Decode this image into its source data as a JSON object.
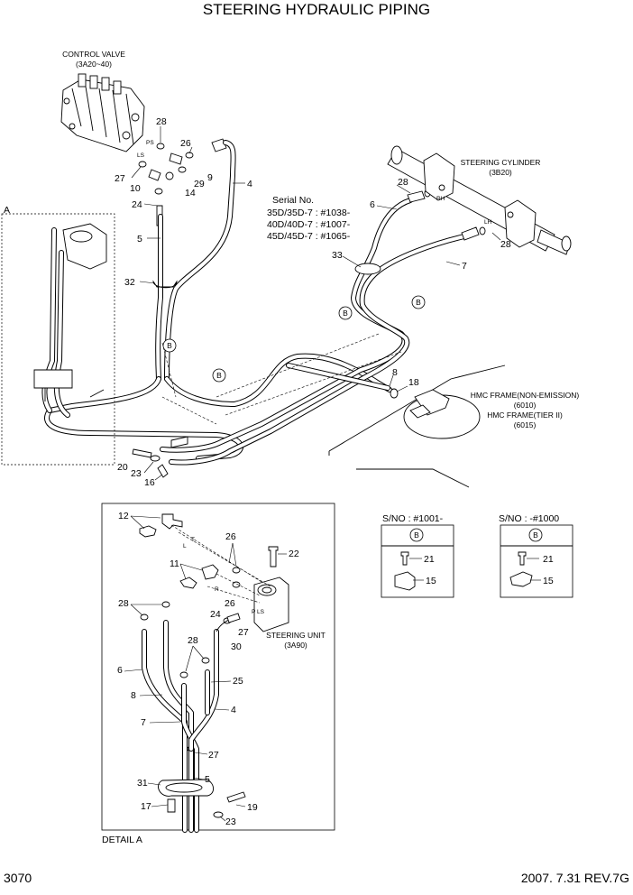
{
  "title": "STEERING HYDRAULIC PIPING",
  "page_number": "3070",
  "revision": "2007. 7.31 REV.7G",
  "components": {
    "control_valve": {
      "name": "CONTROL VALVE",
      "ref": "(3A20~40)"
    },
    "steering_cylinder": {
      "name": "STEERING CYLINDER",
      "ref": "(3B20)"
    },
    "steering_unit": {
      "name": "STEERING UNIT",
      "ref": "(3A90)"
    },
    "hmc_frame_1": {
      "name": "HMC FRAME(NON-EMISSION)",
      "ref": "(6010)"
    },
    "hmc_frame_2": {
      "name": "HMC FRAME(TIER II)",
      "ref": "(6015)"
    }
  },
  "serial": {
    "heading": "Serial No.",
    "lines": [
      "35D/35D-7 : #1038-",
      "40D/40D-7 : #1007-",
      "45D/45D-7 : #1065-"
    ]
  },
  "sno_boxes": [
    {
      "title": "S/NO : #1001-",
      "view": "B",
      "parts": [
        "21",
        "15"
      ]
    },
    {
      "title": "S/NO : -#1000",
      "view": "B",
      "parts": [
        "21",
        "15"
      ]
    }
  ],
  "detail_labels": {
    "a_marker": "A",
    "detail_a": "DETAIL A",
    "view_b": "B"
  },
  "port_labels": {
    "ps": "PS",
    "ls": "LS",
    "rh": "RH",
    "lh": "LH",
    "t": "T",
    "l": "L",
    "r": "R",
    "p": "P",
    "ls2": "LS"
  },
  "callouts_main": [
    "28",
    "26",
    "27",
    "10",
    "29",
    "9",
    "14",
    "24",
    "4",
    "5",
    "32",
    "28",
    "6",
    "33",
    "7",
    "28",
    "8",
    "18",
    "20",
    "23",
    "16"
  ],
  "callouts_detail": [
    "12",
    "26",
    "22",
    "11",
    "26",
    "28",
    "24",
    "27",
    "30",
    "28",
    "6",
    "25",
    "8",
    "4",
    "7",
    "27",
    "31",
    "5",
    "17",
    "19",
    "23"
  ]
}
